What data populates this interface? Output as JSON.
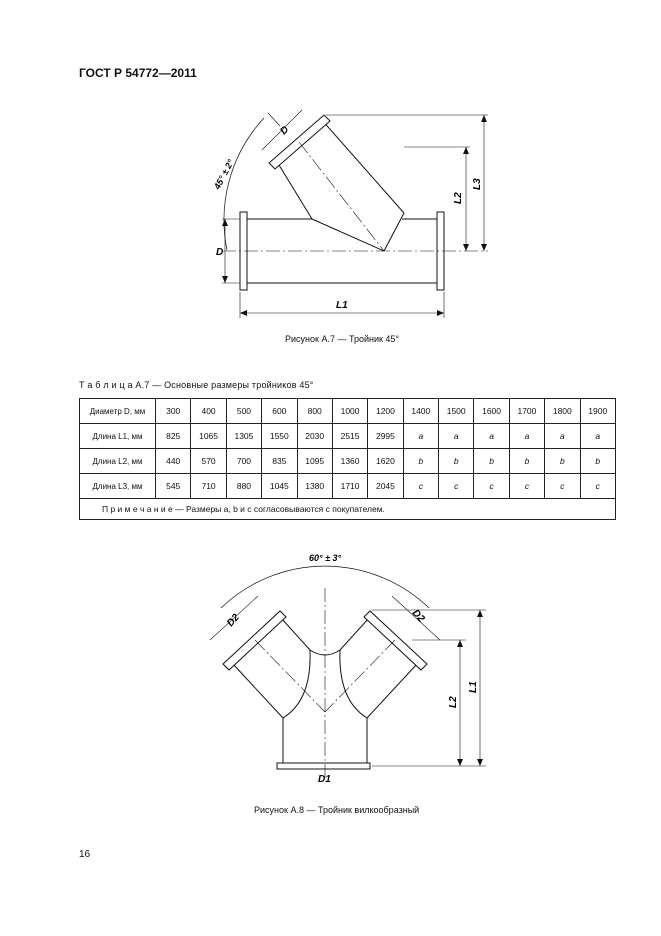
{
  "header": {
    "standard": "ГОСТ Р 54772—2011"
  },
  "figure_a7": {
    "caption": "Рисунок А.7 — Тройник 45°",
    "angle_label": "45° ± 2°",
    "d_label": "D",
    "l1_label": "L1",
    "l2_label": "L2",
    "l3_label": "L3"
  },
  "table": {
    "caption": "Т а б л и ц а  А.7 — Основные размеры тройников 45°",
    "rows": [
      {
        "head": "Диаметр D, мм",
        "cells": [
          "300",
          "400",
          "500",
          "600",
          "800",
          "1000",
          "1200",
          "1400",
          "1500",
          "1600",
          "1700",
          "1800",
          "1900"
        ]
      },
      {
        "head": "Длина L1, мм",
        "cells": [
          "825",
          "1065",
          "1305",
          "1550",
          "2030",
          "2515",
          "2995",
          "a",
          "a",
          "a",
          "a",
          "a",
          "a"
        ]
      },
      {
        "head": "Длина L2, мм",
        "cells": [
          "440",
          "570",
          "700",
          "835",
          "1095",
          "1360",
          "1620",
          "b",
          "b",
          "b",
          "b",
          "b",
          "b"
        ]
      },
      {
        "head": "Длина L3, мм",
        "cells": [
          "545",
          "710",
          "880",
          "1045",
          "1380",
          "1710",
          "2045",
          "c",
          "c",
          "c",
          "c",
          "c",
          "c"
        ]
      }
    ],
    "note": "П р и м е ч а н и е — Размеры a, b и c согласовываются с покупателем."
  },
  "figure_a8": {
    "caption": "Рисунок А.8 — Тройник вилкообразный",
    "angle_label": "60° ± 3°",
    "d1_label": "D1",
    "d2_label": "D2",
    "l1_label": "L1",
    "l2_label": "L2"
  },
  "page_number": "16"
}
